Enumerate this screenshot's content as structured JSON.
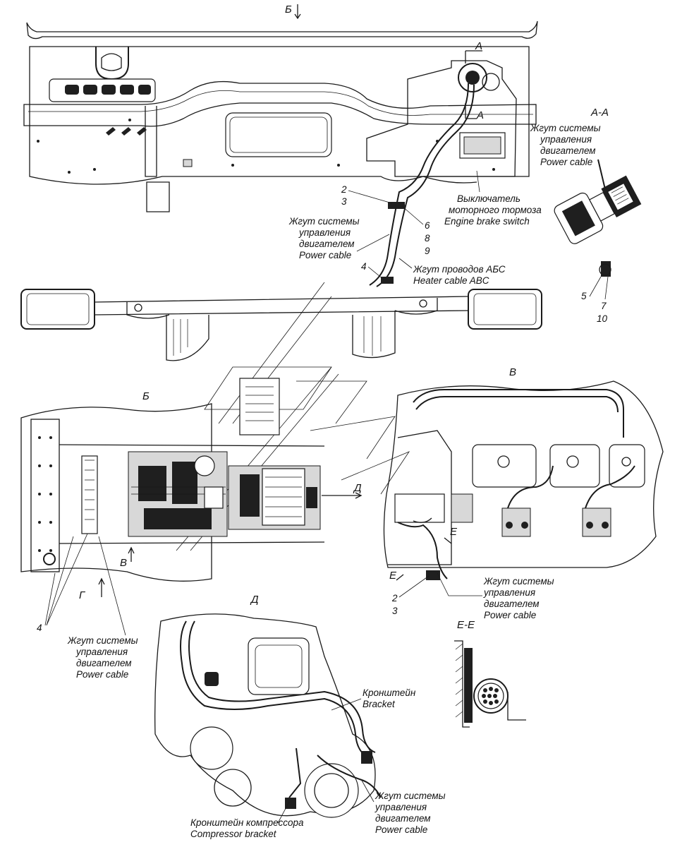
{
  "views": {
    "b_top": "Б",
    "a_mark_top": "А",
    "a_mark_bottom": "А",
    "a_section": "А-А",
    "b_main": "Б",
    "v_top": "В",
    "v_bottom": "В",
    "d_arrow": "Д",
    "d_view": "Д",
    "g_arrow": "Г",
    "e_mark_top": "Е",
    "e_mark_bottom": "Е",
    "e_section": "Е-Е"
  },
  "labels": {
    "power_cable_top": [
      "Жгут системы",
      "управления",
      "двигателем",
      "Power cable"
    ],
    "power_cable_section": [
      "Жгут системы",
      "управления",
      "двигателем",
      "Power cable"
    ],
    "engine_brake": [
      "Выключатель",
      "моторного тормоза",
      "Engine brake switch"
    ],
    "abs_cable": [
      "Жгут проводов АБС",
      "Heater cable ABC"
    ],
    "power_cable_left": [
      "Жгут системы",
      "управления",
      "двигателем",
      "Power cable"
    ],
    "power_cable_v": [
      "Жгут системы",
      "управления",
      "двигателем",
      "Power cable"
    ],
    "bracket": [
      "Кронштейн",
      "Bracket"
    ],
    "power_cable_d": [
      "Жгут системы",
      "управления",
      "двигателем",
      "Power cable"
    ],
    "compressor_bracket": [
      "Кронштейн компрессора",
      "Compressor bracket"
    ]
  },
  "callouts": {
    "n2_top": "2",
    "n3_top": "3",
    "n6": "6",
    "n8": "8",
    "n9": "9",
    "n4_top": "4",
    "n5": "5",
    "n7": "7",
    "n10": "10",
    "n4_bottom": "4",
    "n2_bottom": "2",
    "n3_bottom": "3"
  }
}
